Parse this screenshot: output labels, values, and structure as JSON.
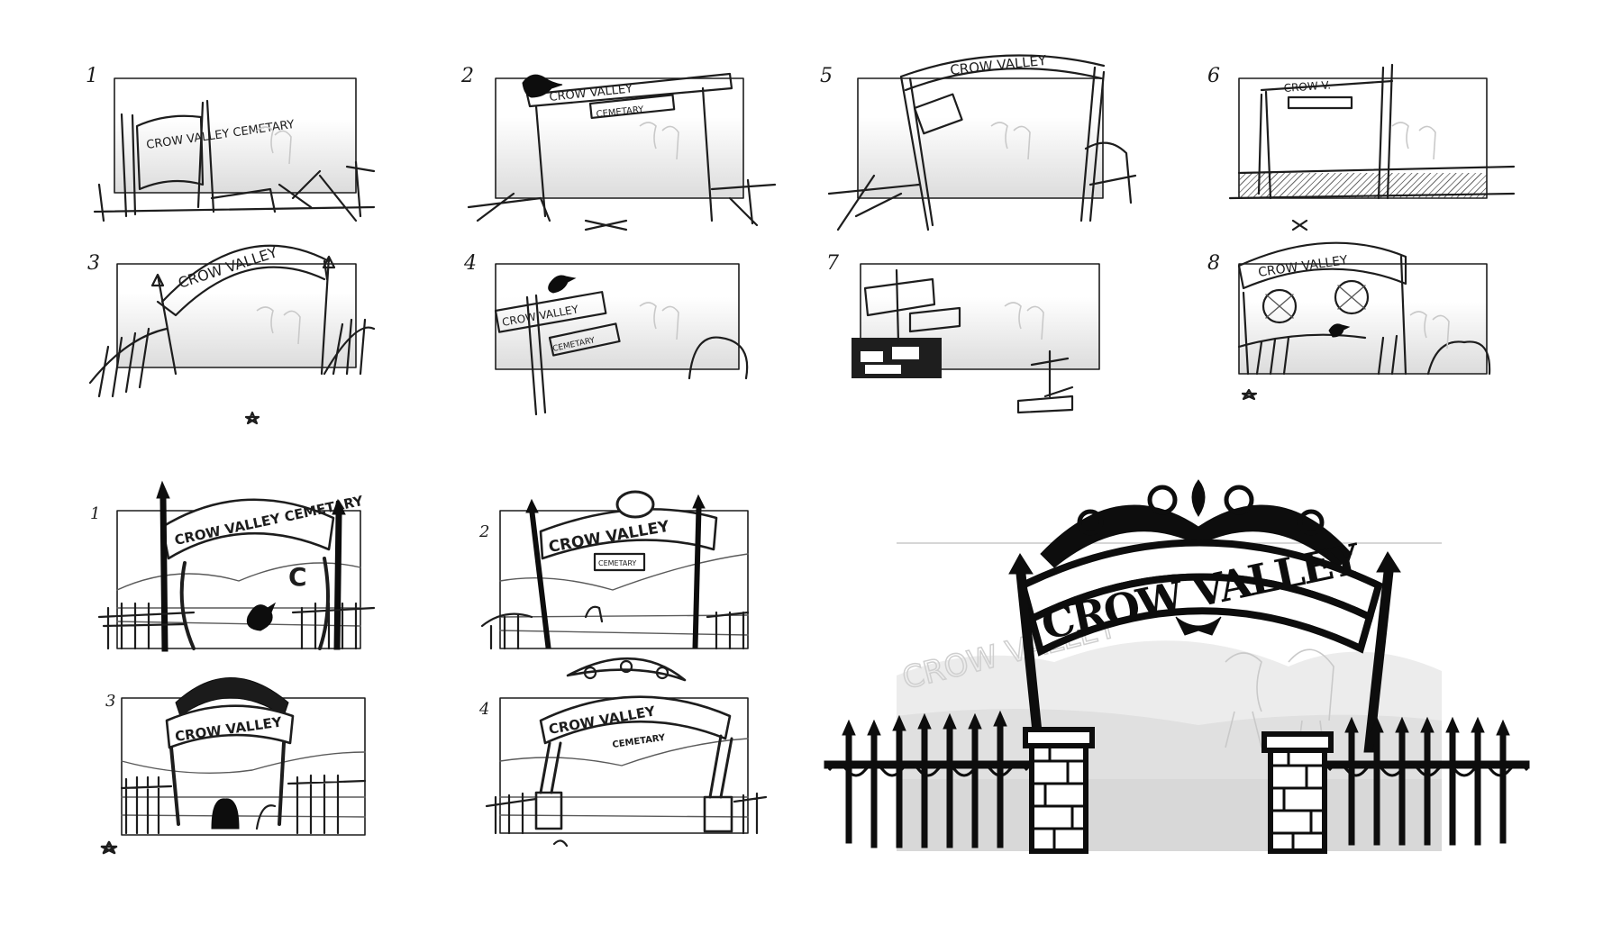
{
  "sheet": {
    "title": "",
    "colors": {
      "ink": "#0d0d0d",
      "pencil": "#1d1d1d",
      "ghost": "#c9c9c9",
      "paper": "#ffffff"
    }
  },
  "rough_thumbnails": [
    {
      "number": "1",
      "sign_text": "CROW VALLEY CEMETARY"
    },
    {
      "number": "2",
      "sign_text": "CROW VALLEY",
      "sub_sign": "CEMETARY"
    },
    {
      "number": "5",
      "sign_text": "CROW VALLEY"
    },
    {
      "number": "6",
      "sign_text": "CROW V."
    },
    {
      "number": "3",
      "sign_text": "CROW VALLEY"
    },
    {
      "number": "4",
      "sign_text": "CROW VALLEY",
      "sub_sign": "CEMETARY"
    },
    {
      "number": "7",
      "sign_text": ""
    },
    {
      "number": "8",
      "sign_text": "CROW VALLEY"
    }
  ],
  "refined_thumbnails": [
    {
      "number": "1",
      "sign_text": "CROW VALLEY CEMETARY",
      "marker": "C"
    },
    {
      "number": "2",
      "sign_text": "CROW VALLEY",
      "sub_sign": "CEMETARY"
    },
    {
      "number": "3",
      "sign_text": "CROW VALLEY"
    },
    {
      "number": "4",
      "sign_text": "CROW VALLEY",
      "sub_sign": "CEMETARY"
    }
  ],
  "final_design": {
    "sign_text": "CROW VALLEY",
    "ghost_text": "CROW VALLEY"
  }
}
